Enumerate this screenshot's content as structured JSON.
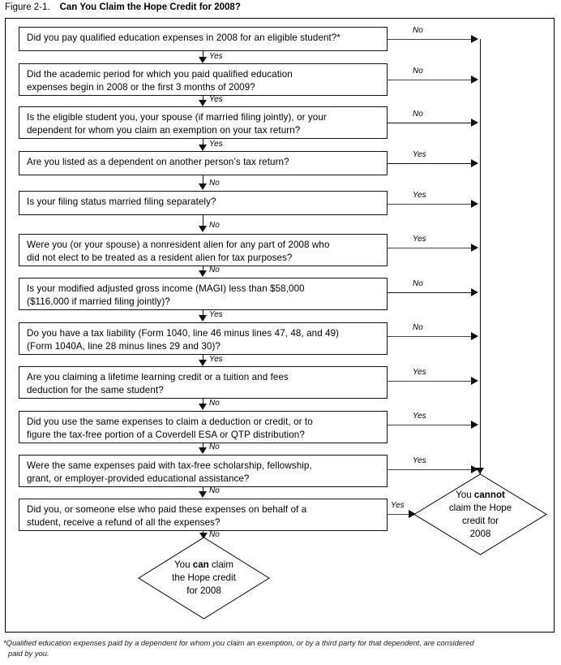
{
  "figure": {
    "number": "Figure 2-1.",
    "title": "Can You Claim the Hope Credit for 2008?"
  },
  "footnote": {
    "line1": "*Qualified education expenses paid by a dependent for whom you claim an exemption, or by a third party for that dependent, are considered",
    "line2": "paid by you."
  },
  "labels": {
    "yes": "Yes",
    "no": "No"
  },
  "questions": [
    {
      "id": "q1",
      "lines": [
        "Did you pay qualified education expenses in 2008 for an eligible student?*"
      ],
      "down_label": "Yes",
      "side_label": "No"
    },
    {
      "id": "q2",
      "lines": [
        "Did the academic period for which you paid qualified education",
        "expenses begin in 2008 or the first 3 months of 2009?"
      ],
      "down_label": "Yes",
      "side_label": "No"
    },
    {
      "id": "q3",
      "lines": [
        "Is the eligible student you, your spouse (if married filing jointly), or your",
        "dependent for whom you claim an exemption on your tax return?"
      ],
      "down_label": "Yes",
      "side_label": "No"
    },
    {
      "id": "q4",
      "lines": [
        "Are you listed as a dependent on another person’s tax return?"
      ],
      "down_label": "No",
      "side_label": "Yes"
    },
    {
      "id": "q5",
      "lines": [
        "Is your filing status married filing separately?"
      ],
      "down_label": "No",
      "side_label": "Yes"
    },
    {
      "id": "q6",
      "lines": [
        "Were you (or your spouse) a nonresident alien for any part of 2008 who",
        "did not elect to be treated as a resident alien for tax purposes?"
      ],
      "down_label": "No",
      "side_label": "Yes"
    },
    {
      "id": "q7",
      "lines": [
        "Is your modified adjusted gross income (MAGI) less than $58,000",
        "($116,000 if married filing jointly)?"
      ],
      "down_label": "Yes",
      "side_label": "No"
    },
    {
      "id": "q8",
      "lines": [
        "Do you have a tax liability (Form 1040, line 46 minus lines 47, 48, and 49)",
        "(Form 1040A, line 28 minus lines 29 and 30)?"
      ],
      "down_label": "Yes",
      "side_label": "No"
    },
    {
      "id": "q9",
      "lines": [
        "Are you claiming a lifetime learning credit or a tuition and fees",
        "deduction for the same student?"
      ],
      "down_label": "No",
      "side_label": "Yes"
    },
    {
      "id": "q10",
      "lines": [
        "Did you use the same expenses to claim a deduction or credit, or to",
        "figure the tax-free portion of a Coverdell ESA or QTP distribution?"
      ],
      "down_label": "No",
      "side_label": "Yes"
    },
    {
      "id": "q11",
      "lines": [
        "Were the same expenses paid with tax-free scholarship, fellowship,",
        "grant, or employer-provided educational assistance?"
      ],
      "down_label": "No",
      "side_label": "Yes"
    },
    {
      "id": "q12",
      "lines": [
        "Did you, or someone else who paid these expenses on behalf of a",
        "student, receive a refund of all the expenses?"
      ],
      "down_label": "No",
      "side_label": "Yes"
    }
  ],
  "outcomes": {
    "cannot": {
      "line1_pre": "You ",
      "line1_bold": "cannot",
      "line2": "claim the Hope",
      "line3": "credit for",
      "line4": "2008"
    },
    "can": {
      "line1_pre": "You ",
      "line1_bold": "can",
      "line1_post": " claim",
      "line2": "the Hope credit",
      "line3": "for 2008"
    }
  },
  "colors": {
    "ink": "#000000",
    "box_border": "#111111",
    "connector": "#444444",
    "background": "#ffffff"
  }
}
